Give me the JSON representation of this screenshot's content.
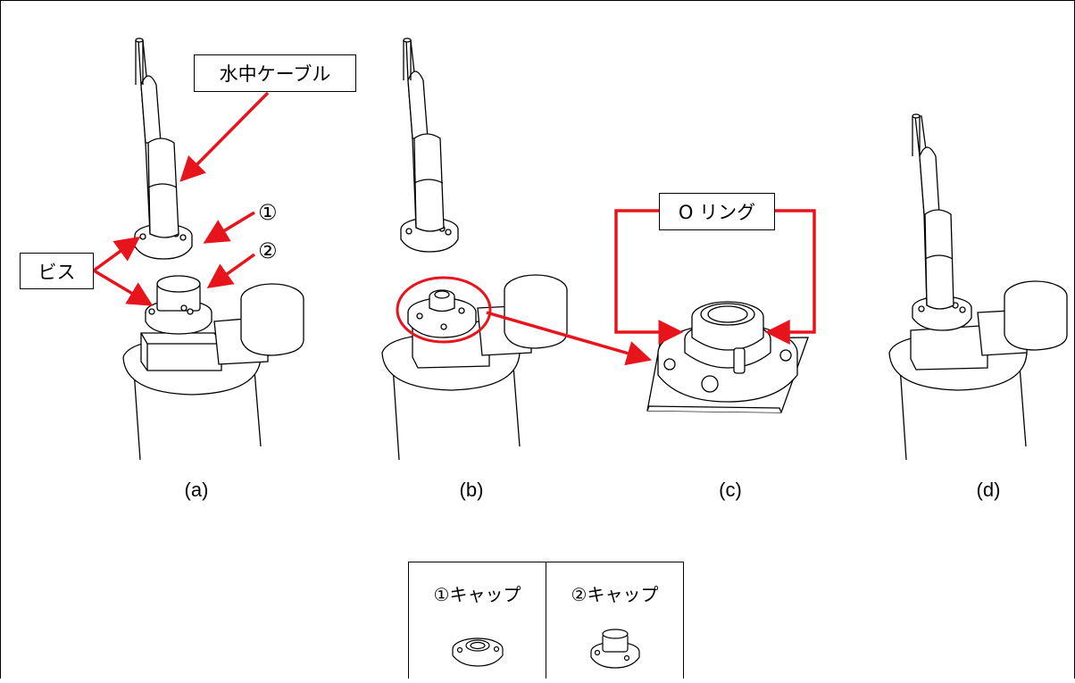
{
  "labels": {
    "cable": "水中ケーブル",
    "screw": "ビス",
    "oring": "O リング",
    "num1": "①",
    "num2": "②"
  },
  "captions": {
    "a": "(a)",
    "b": "(b)",
    "c": "(c)",
    "d": "(d)"
  },
  "legend": {
    "cap1": "①キャップ",
    "cap2": "②キャップ"
  },
  "colors": {
    "arrow": "#e8141c",
    "line": "#000000"
  }
}
